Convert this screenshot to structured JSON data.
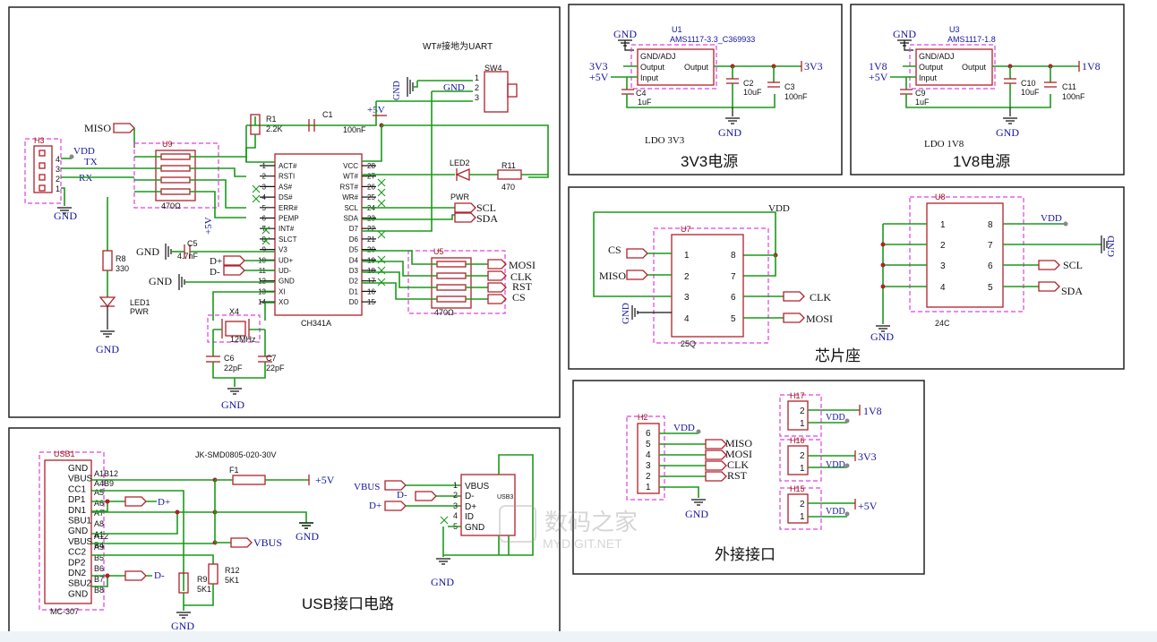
{
  "sections": {
    "ch341_main": {
      "note": "WT#接地为UART",
      "header_h3": {
        "ref": "H3",
        "pins": [
          "4",
          "3",
          "2",
          "1"
        ],
        "labels": {
          "vdd": "VDD",
          "tx": "TX",
          "rx": "RX"
        }
      },
      "miso_port": "MISO",
      "u9": {
        "ref": "U9",
        "value": "470Ω"
      },
      "u5": {
        "ref": "U5",
        "value": "470Ω",
        "ports": [
          "MOSI",
          "CLK",
          "RST",
          "CS"
        ]
      },
      "r1": {
        "ref": "R1",
        "value": "2.2K"
      },
      "c1": {
        "ref": "C1",
        "value": "100nF"
      },
      "c5": {
        "ref": "C5",
        "value": "4.7nF"
      },
      "c6": {
        "ref": "C6",
        "value": "22pF"
      },
      "c7": {
        "ref": "C7",
        "value": "22pF"
      },
      "r8": {
        "ref": "R8",
        "value": "330"
      },
      "r11": {
        "ref": "R11",
        "value": "470"
      },
      "led1": {
        "ref": "LED1",
        "value": "PWR"
      },
      "led2": {
        "ref": "LED2",
        "value": "PWR"
      },
      "x4": {
        "ref": "X4",
        "value": "12MHz"
      },
      "sw4": {
        "ref": "SW4",
        "pins": [
          "1",
          "2",
          "3"
        ]
      },
      "ch341": {
        "name": "CH341A",
        "left_pins": [
          {
            "n": "1",
            "name": "ACT#"
          },
          {
            "n": "2",
            "name": "RSTI"
          },
          {
            "n": "3",
            "name": "AS#"
          },
          {
            "n": "4",
            "name": "DS#"
          },
          {
            "n": "5",
            "name": "ERR#"
          },
          {
            "n": "6",
            "name": "PEMP"
          },
          {
            "n": "7",
            "name": "INT#"
          },
          {
            "n": "8",
            "name": "SLCT"
          },
          {
            "n": "9",
            "name": "V3"
          },
          {
            "n": "10",
            "name": "UD+"
          },
          {
            "n": "11",
            "name": "UD-"
          },
          {
            "n": "12",
            "name": "GND"
          },
          {
            "n": "13",
            "name": "XI"
          },
          {
            "n": "14",
            "name": "XO"
          }
        ],
        "right_pins": [
          {
            "n": "28",
            "name": "VCC"
          },
          {
            "n": "27",
            "name": "WT#"
          },
          {
            "n": "26",
            "name": "RST#"
          },
          {
            "n": "25",
            "name": "WR#"
          },
          {
            "n": "24",
            "name": "SCL"
          },
          {
            "n": "23",
            "name": "SDA"
          },
          {
            "n": "22",
            "name": "D7"
          },
          {
            "n": "21",
            "name": "D6"
          },
          {
            "n": "20",
            "name": "D5"
          },
          {
            "n": "19",
            "name": "D4"
          },
          {
            "n": "18",
            "name": "D3"
          },
          {
            "n": "17",
            "name": "D2"
          },
          {
            "n": "16",
            "name": "D1"
          },
          {
            "n": "15",
            "name": "D0"
          }
        ]
      },
      "nets": {
        "plus5v": "+5V",
        "gnd": "GND",
        "scl": "SCL",
        "sda": "SDA",
        "dplus": "D+",
        "dminus": "D-"
      }
    },
    "ldo33": {
      "title": "3V3电源",
      "subtitle": "LDO 3V3",
      "ref": "U1",
      "part": "AMS1117-3.3_C369933",
      "pins": [
        "GND/ADJ",
        "Output",
        "Input",
        "Output"
      ],
      "caps": [
        {
          "ref": "C4",
          "value": "1uF"
        },
        {
          "ref": "C2",
          "value": "10uF"
        },
        {
          "ref": "C3",
          "value": "100nF"
        }
      ],
      "in_labels": [
        "3V3",
        "+5V"
      ],
      "out_label": "3V3",
      "gnd": "GND"
    },
    "ldo18": {
      "title": "1V8电源",
      "subtitle": "LDO 1V8",
      "ref": "U3",
      "part": "AMS1117-1.8",
      "pins": [
        "GND/ADJ",
        "Output",
        "Input",
        "Output"
      ],
      "caps": [
        {
          "ref": "C9",
          "value": "1uF"
        },
        {
          "ref": "C10",
          "value": "10uF"
        },
        {
          "ref": "C11",
          "value": "100nF"
        }
      ],
      "in_labels": [
        "1V8",
        "+5V"
      ],
      "out_label": "1V8",
      "gnd": "GND"
    },
    "socket": {
      "title": "芯片座",
      "u7": {
        "ref": "U7",
        "value": "25Q",
        "left": [
          "CS",
          "MISO",
          "",
          ""
        ],
        "right": [
          "",
          "",
          "CLK",
          "MOSI"
        ]
      },
      "u8": {
        "ref": "U8",
        "value": "24C",
        "right": [
          "VDD",
          "",
          "SCL",
          "SDA"
        ]
      },
      "vdd": "VDD",
      "gnd": "GND"
    },
    "usb": {
      "title": "USB接口电路",
      "usb1": {
        "ref": "USB1",
        "part": "MC-307",
        "pins": [
          "GND",
          "VBUS",
          "CC1",
          "DP1",
          "DN1",
          "SBU1",
          "GND",
          "VBUS",
          "CC2",
          "DP2",
          "DN2",
          "SBU2",
          "GND"
        ],
        "pad_labels": [
          "A1B12",
          "A4B9",
          "A5",
          "A6",
          "A7",
          "A8",
          "A1",
          "A12",
          "B4",
          "A9",
          "B5",
          "B6",
          "B7",
          "B8"
        ]
      },
      "f1": {
        "ref": "F1",
        "part": "JK-SMD0805-020-30V"
      },
      "r9": {
        "ref": "R9",
        "value": "5K1"
      },
      "r12": {
        "ref": "R12",
        "value": "5K1"
      },
      "usb3": {
        "ref": "USB3",
        "pins": [
          "VBUS",
          "D-",
          "D+",
          "ID",
          "GND"
        ]
      },
      "nets": {
        "vbus": "VBUS",
        "dplus": "D+",
        "dminus": "D-",
        "plus5v": "+5V",
        "gnd": "GND"
      }
    },
    "ext": {
      "title": "外接接口",
      "h2": {
        "ref": "H2",
        "pins": [
          "6",
          "5",
          "4",
          "3",
          "2",
          "1"
        ],
        "signals": [
          "MISO",
          "MOSI",
          "CLK",
          "RST"
        ],
        "vdd": "VDD",
        "gnd": "GND"
      },
      "h17": {
        "ref": "H17",
        "rail": "1V8"
      },
      "h16": {
        "ref": "H16",
        "rail": "3V3"
      },
      "h15": {
        "ref": "H15",
        "rail": "+5V"
      },
      "vdd": "VDD"
    }
  },
  "watermark": {
    "cn": "数码之家",
    "en": "MYDIGIT.NET"
  }
}
